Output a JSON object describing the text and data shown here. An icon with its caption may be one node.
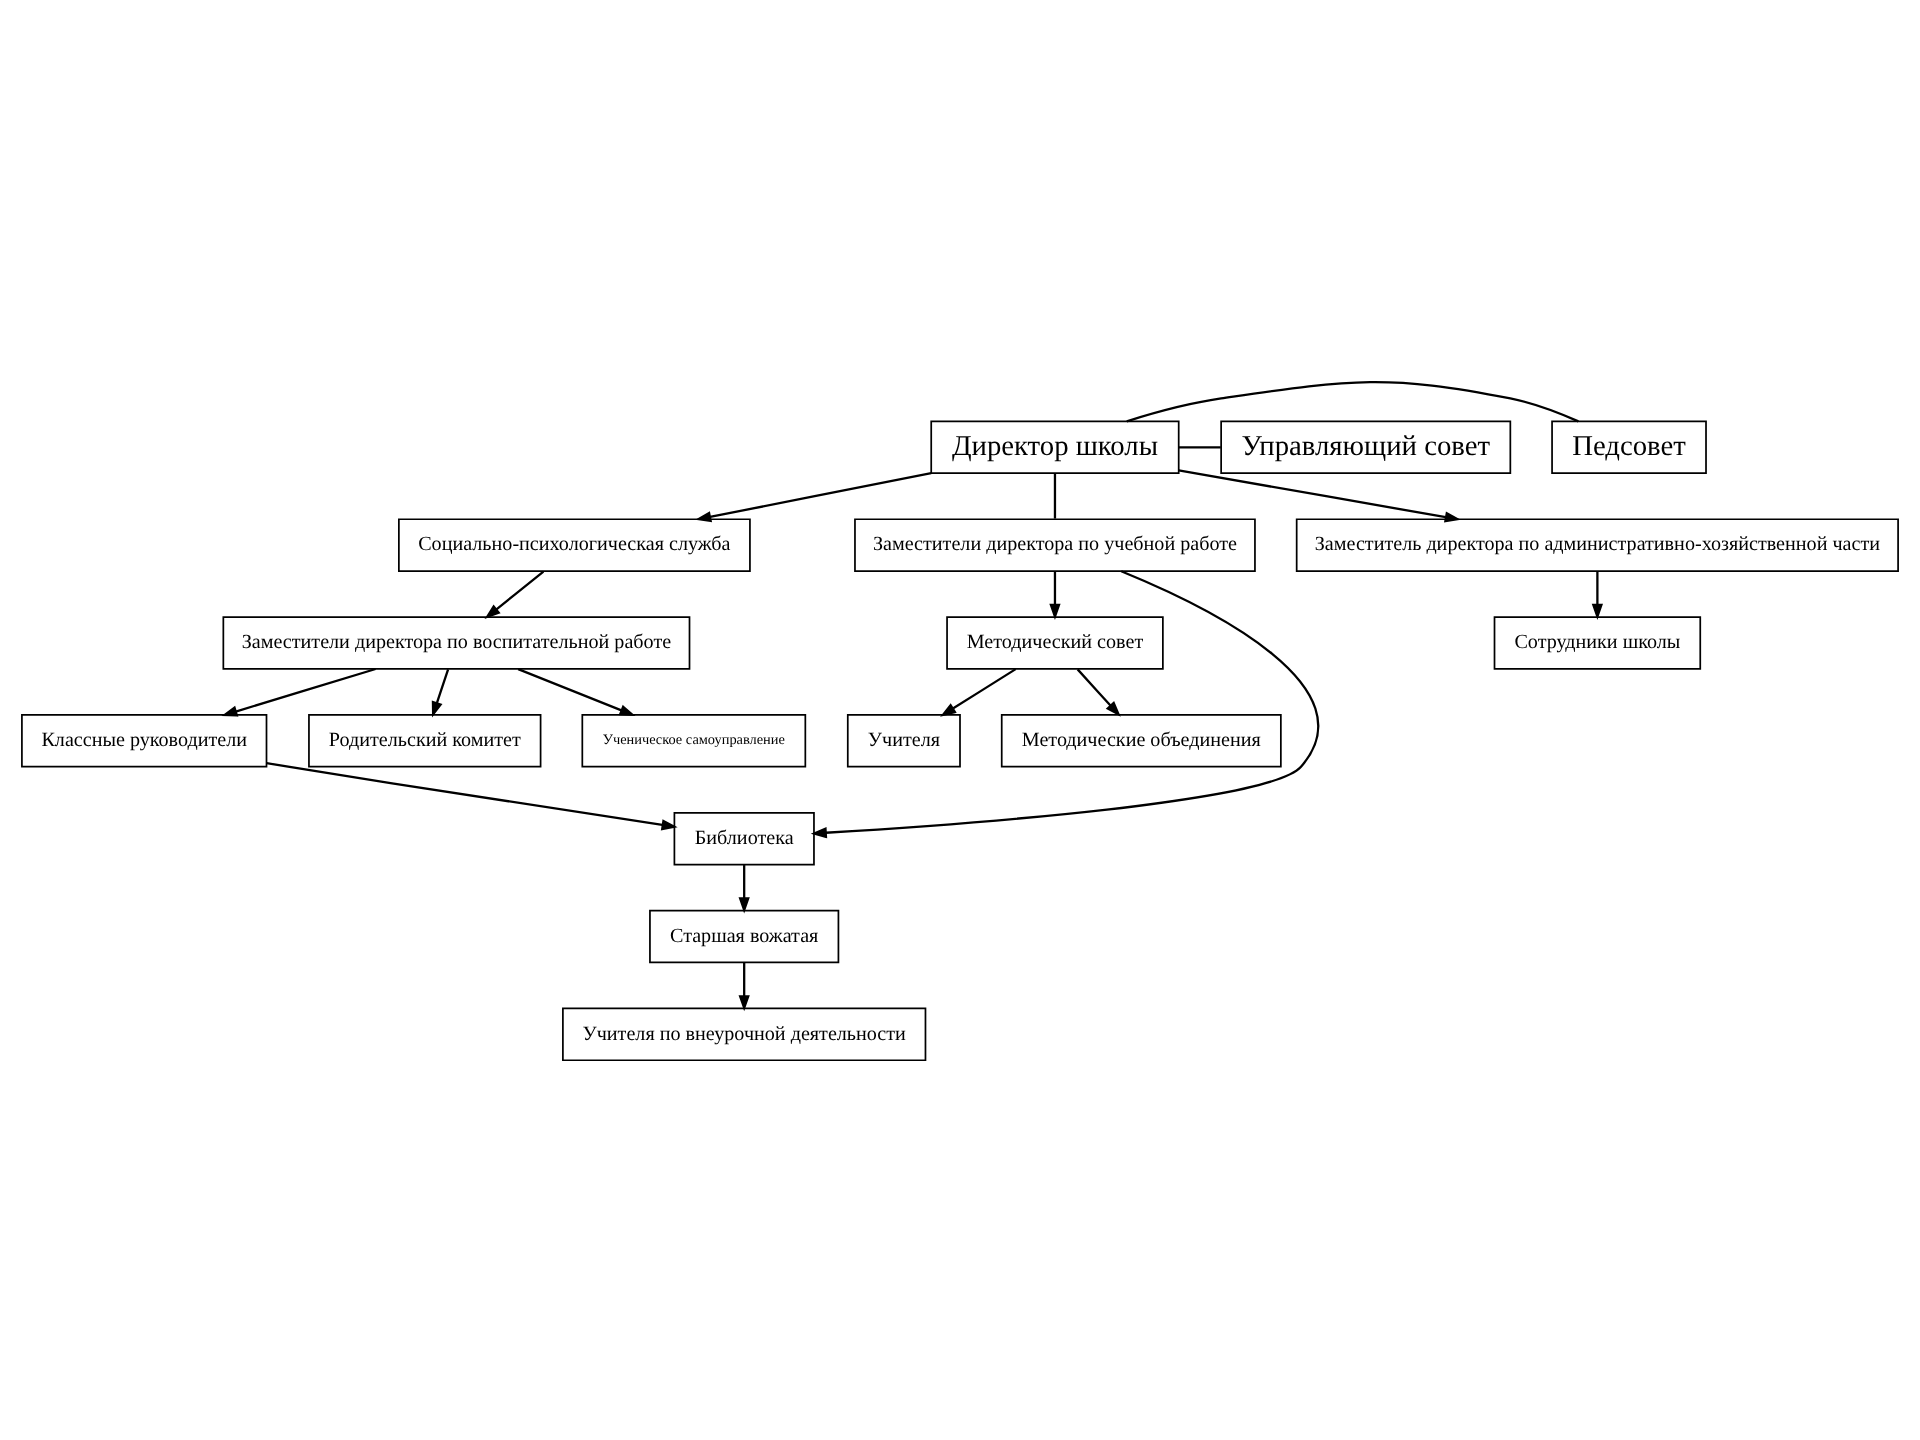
{
  "diagram": {
    "nodes": [
      {
        "text": [
          "Педсовет"
        ]
      },
      {
        "text": [
          "Директор школы"
        ]
      },
      {
        "text": [
          "Управляющий совет"
        ]
      },
      {
        "text": [
          "Социально-психологическая служба"
        ]
      },
      {
        "text": [
          "Заместители директора по учебной работе"
        ]
      },
      {
        "text": [
          "Заместители директора по воспитательной работе"
        ]
      },
      {
        "text": [
          "Заместитель директора по административно-хозяйственной части"
        ]
      },
      {
        "text": [
          "Классные руководители"
        ]
      },
      {
        "text": [
          "Методический совет"
        ]
      },
      {
        "text": [
          "Родительский комитет"
        ]
      },
      {
        "text": [
          "Библиотека"
        ]
      },
      {
        "text": [
          "Учителя"
        ]
      },
      {
        "text": [
          "Сотрудники школы"
        ]
      },
      {
        "text": [
          "Старшая вожатая"
        ]
      },
      {
        "text": [
          "Ученическое самоуправление"
        ]
      },
      {
        "text": [
          "Методические объединения"
        ]
      },
      {
        "text": [
          "Учителя по внеурочной деятельности"
        ]
      }
    ],
    "edges": [
      {
        "from": 1,
        "to": 0,
        "arrow": "none"
      },
      {
        "from": 1,
        "to": 2,
        "arrow": "none"
      },
      {
        "from": 1,
        "to": 3,
        "arrow": "to"
      },
      {
        "from": 1,
        "to": 4,
        "arrow": "none"
      },
      {
        "from": 1,
        "to": 6,
        "arrow": "to"
      },
      {
        "from": 3,
        "to": 5,
        "arrow": "to"
      },
      {
        "from": 5,
        "to": 9,
        "arrow": "to"
      },
      {
        "from": 5,
        "to": 14,
        "arrow": "to"
      },
      {
        "from": 5,
        "to": 7,
        "arrow": "to"
      },
      {
        "from": 4,
        "to": 10,
        "arrow": "to"
      },
      {
        "from": 4,
        "to": 8,
        "arrow": "to"
      },
      {
        "from": 7,
        "to": 10,
        "arrow": "to"
      },
      {
        "from": 8,
        "to": 11,
        "arrow": "to"
      },
      {
        "from": 8,
        "to": 15,
        "arrow": "to"
      },
      {
        "from": 10,
        "to": 13,
        "arrow": "to"
      },
      {
        "from": 13,
        "to": 16,
        "arrow": "to"
      },
      {
        "from": 6,
        "to": 12,
        "arrow": "to"
      }
    ]
  }
}
